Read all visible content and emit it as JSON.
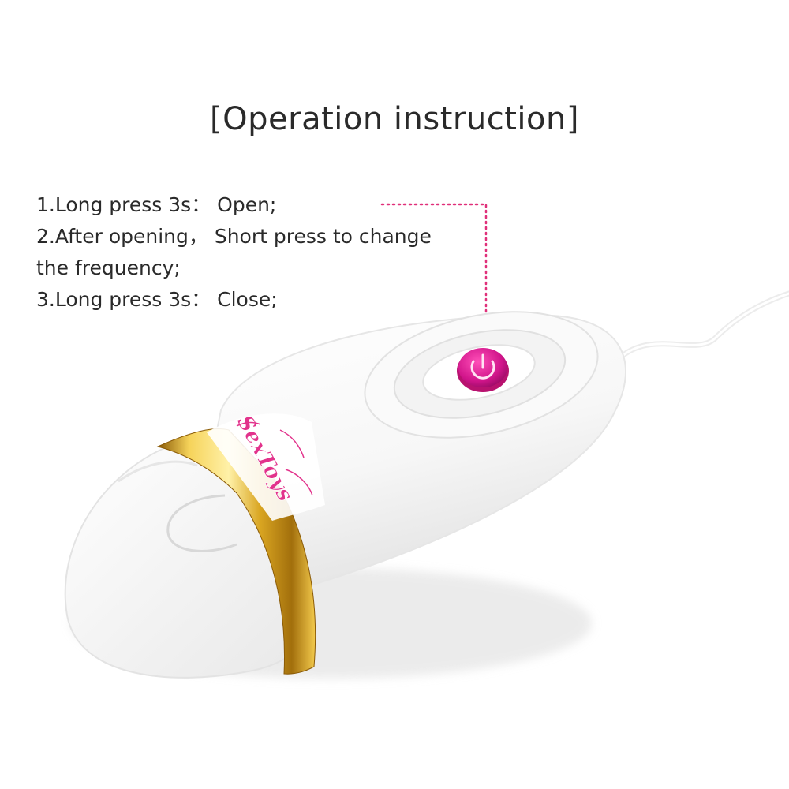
{
  "title": "[Operation instruction]",
  "instructions": [
    "1.Long press 3s：  Open;",
    "2.After opening，  Short press to change",
    "the frequency;",
    "3.Long press 3s：   Close;"
  ],
  "product": {
    "brand_logo_text": "SexToys",
    "button_icon": "power-icon",
    "colors": {
      "body": "#ffffff",
      "button": "#d0148a",
      "band": "#d9a521",
      "leader_line": "#e0307a",
      "logo": "#e2338c"
    }
  }
}
